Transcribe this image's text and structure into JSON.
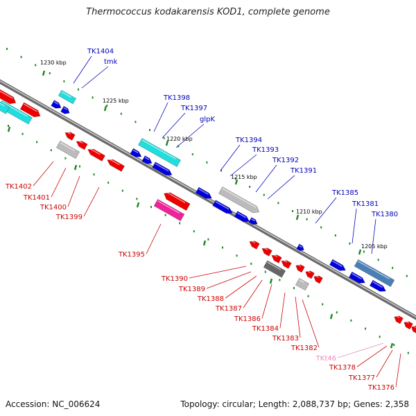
{
  "header": {
    "title": "Thermococcus kodakarensis KOD1, complete genome"
  },
  "footer": {
    "accession": "Accession: NC_006624",
    "summary": "Topology: circular; Length: 2,088,737 bp; Genes: 2,358"
  },
  "colors": {
    "backbone": "#9a9a9a",
    "tick": "#1f8a1f",
    "forward_label": "#0000bb",
    "reverse_label": "#cc0000",
    "trna_label": "#ee88bb",
    "gene_red": "#ee0000",
    "gene_blue": "#0000dd",
    "gene_cyan": "#22dddd",
    "gene_gray": "#bbbbbb",
    "gene_darkgray": "#666666",
    "gene_steelblue": "#4a7fb5",
    "gene_pink": "#ee2299"
  },
  "scale_labels": [
    "1230 kbp",
    "1225 kbp",
    "1220 kbp",
    "1215 kbp",
    "1210 kbp",
    "1205 kbp"
  ],
  "genes_forward": [
    "TK1404",
    "tmk",
    "TK1398",
    "TK1397",
    "glpK",
    "TK1394",
    "TK1393",
    "TK1392",
    "TK1391",
    "TK1385",
    "TK1381",
    "TK1380"
  ],
  "genes_reverse": [
    "TK1402",
    "TK1401",
    "TK1400",
    "TK1399",
    "TK1395",
    "TK1390",
    "TK1389",
    "TK1388",
    "TK1387",
    "TK1386",
    "TK1384",
    "TK1383",
    "TK1382",
    "TKt46",
    "TK1378",
    "TK1377",
    "TK1376"
  ]
}
